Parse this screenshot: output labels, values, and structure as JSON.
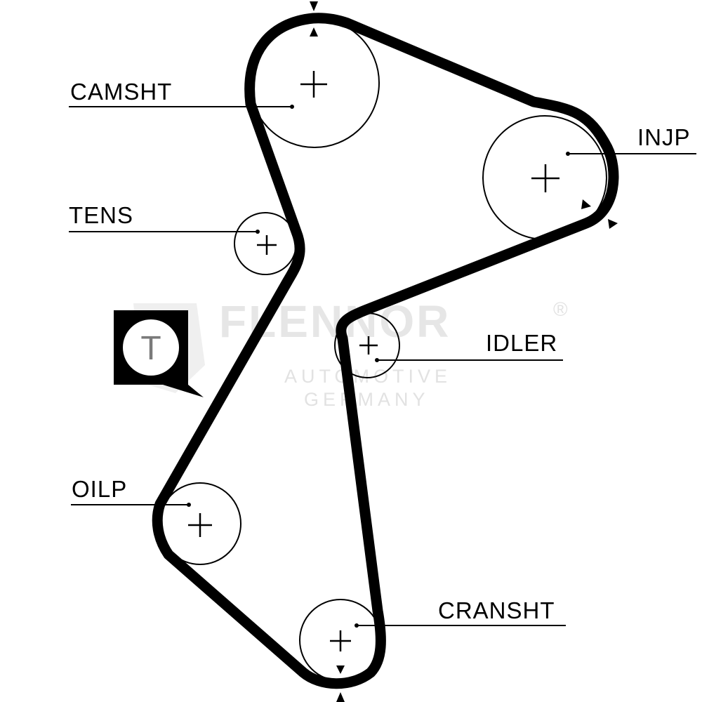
{
  "labels": {
    "camshaft": "CAMSHT",
    "injection_pump": "INJP",
    "tensioner": "TENS",
    "idler": "IDLER",
    "oil_pump": "OILP",
    "crankshaft": "CRANSHT"
  },
  "tensioner_symbol": "T",
  "watermark": {
    "brand": "FLENNOR",
    "registered": "®",
    "line1": "AUTOMOTIVE",
    "line2": "GERMANY"
  },
  "colors": {
    "belt": "#000000",
    "pulley": "#000000",
    "watermark": "#e6e6e6",
    "tensioner_icon": "#000000"
  }
}
